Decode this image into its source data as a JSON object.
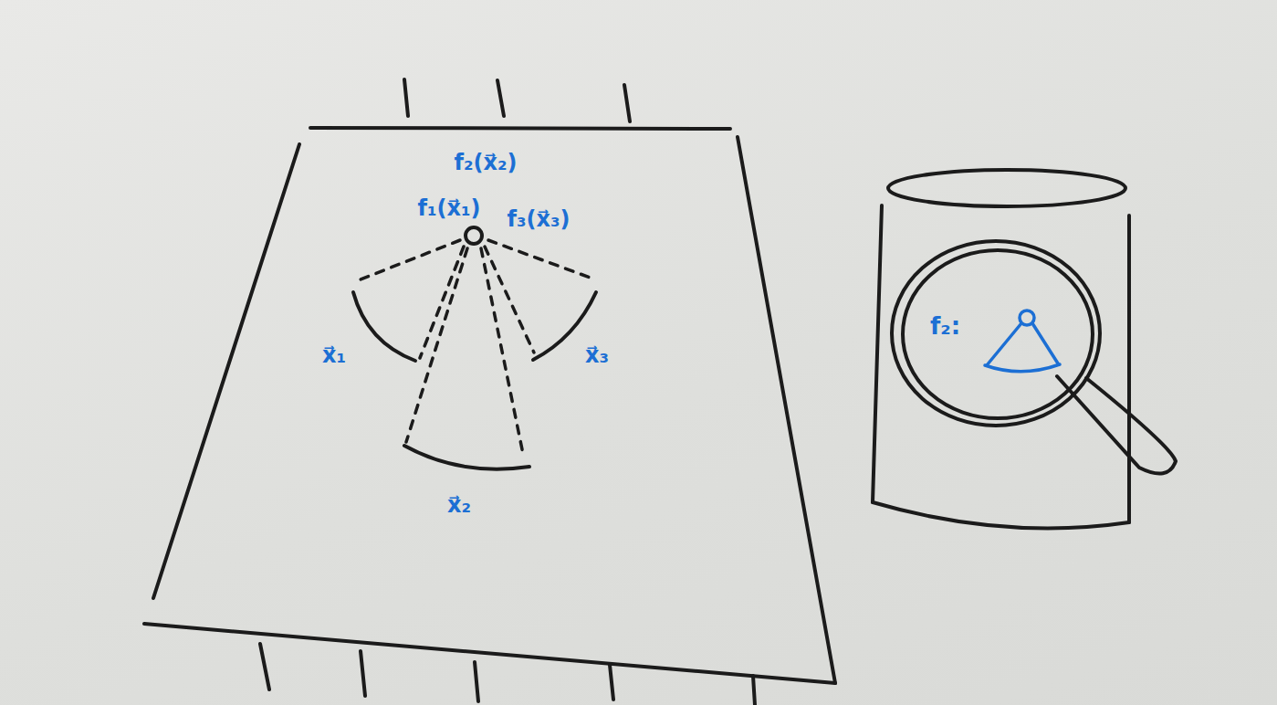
{
  "diagram": {
    "nodes": [
      {
        "text": [
          "f₂:"
        ]
      }
    ],
    "labels": [
      "f₂(x⃗₂)",
      "f₁(x⃗₁)",
      "f₃(x⃗₃)",
      "x⃗₁",
      "x⃗₃",
      "x⃗₂"
    ]
  }
}
